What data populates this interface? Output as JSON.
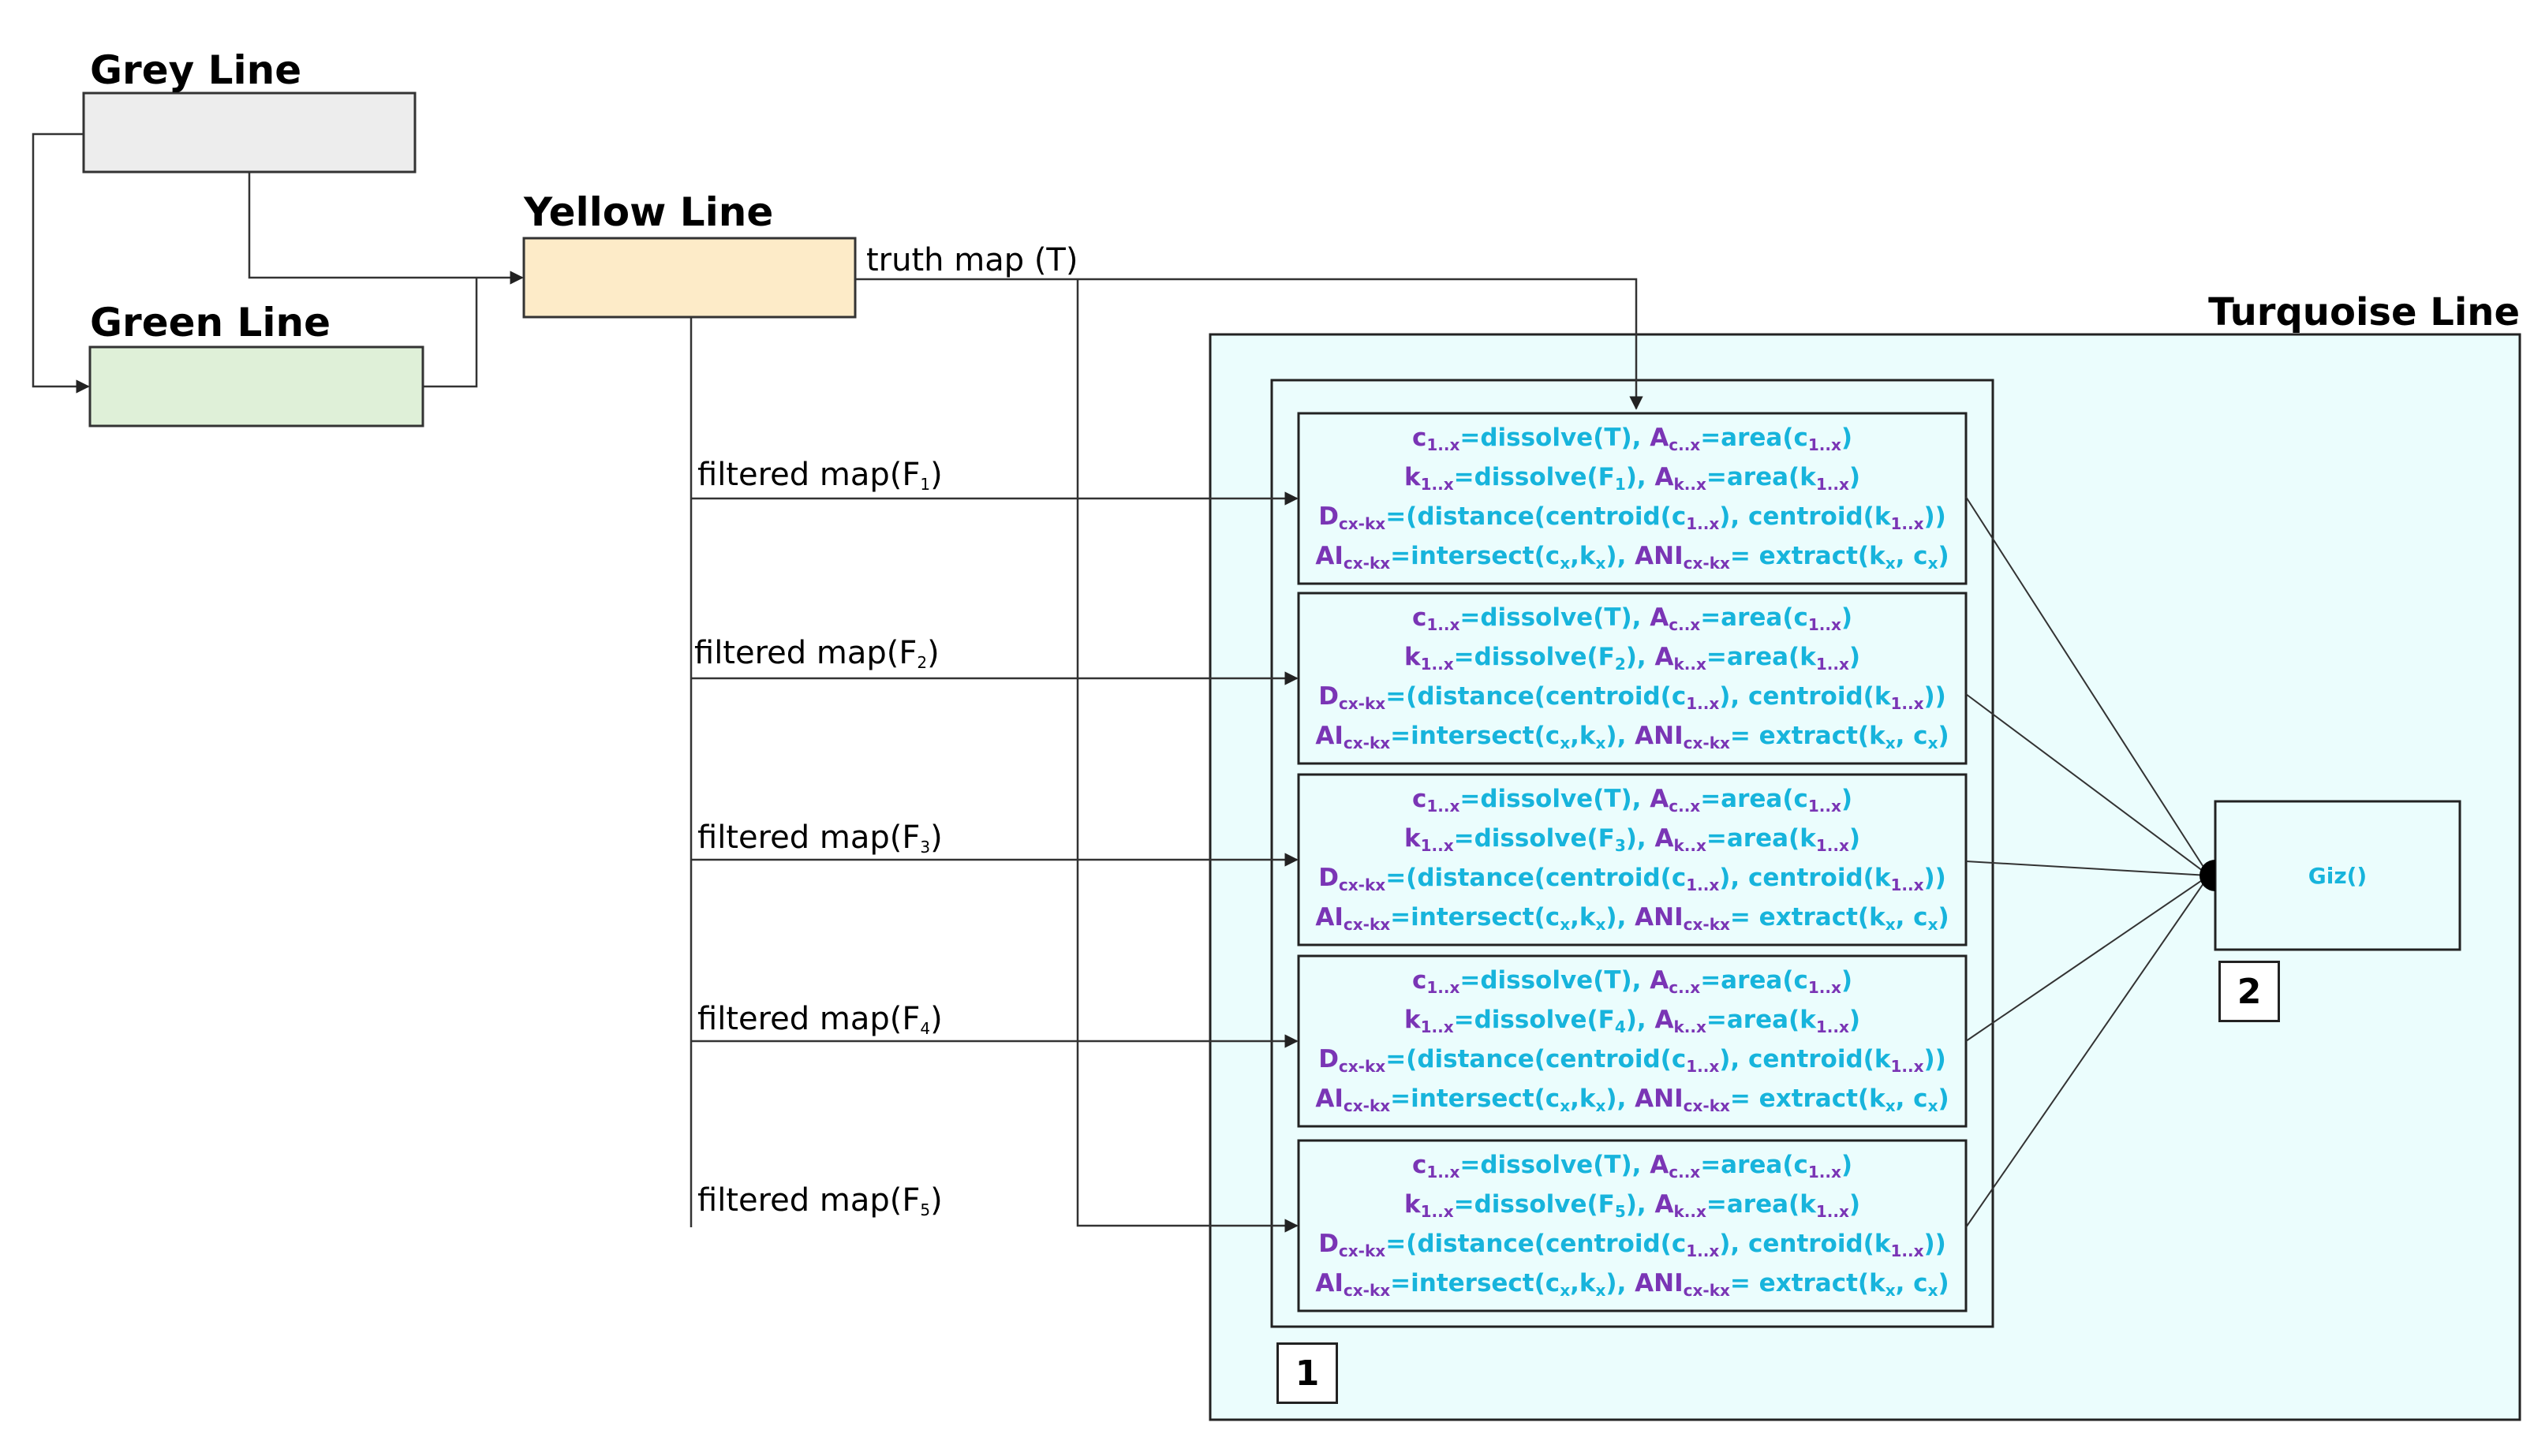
{
  "colors": {
    "grey_fill": "#ededed",
    "yellow_fill": "#fdebc8",
    "green_fill": "#dff0d8",
    "turquoise_fill": "#ebfdfd",
    "formula_purple": "#7a35b5",
    "formula_cyan": "#17b4dc",
    "line": "#333333"
  },
  "labels": {
    "grey": "Grey Line",
    "green": "Green Line",
    "yellow": "Yellow Line",
    "turquoise": "Turquoise Line",
    "truth_map": "truth map (T)"
  },
  "filtered_maps": [
    {
      "text": "filtered map(F",
      "index": "1",
      "close": ")"
    },
    {
      "text": "filtered map(F",
      "index": "2",
      "close": ")"
    },
    {
      "text": "filtered map(F",
      "index": "3",
      "close": ")"
    },
    {
      "text": "filtered map(F",
      "index": "4",
      "close": ")"
    },
    {
      "text": "filtered map(F",
      "index": "5",
      "close": ")"
    }
  ],
  "formula": {
    "l1": {
      "c": "c",
      "sub_1x": "1..x",
      "eq_dissolve": "=dissolve(T), ",
      "A": "A",
      "sub_cx": "c..x",
      "eq_area": "=area(c",
      "sub_1x_b": "1..x",
      "close": ")"
    },
    "l2": {
      "k": "k",
      "sub_1x": "1..x",
      "eq_dissolve": "=dissolve(F",
      "close_sep": "), ",
      "A": "A",
      "sub_kx": "k..x",
      "eq_area": "=area(k",
      "sub_1x_b": "1..x",
      "close": ")"
    },
    "l3": {
      "D": "D",
      "sub": "cx-kx",
      "rest": "=(distance(centroid(c",
      "sub_1x": "1..x",
      "mid": "), centroid(k",
      "sub_1x_b": "1..x",
      "close": "))"
    },
    "l4": {
      "AI": "AI",
      "sub": "cx-kx",
      "eq": "=intersect(c",
      "sub_x": "x",
      "comma": ",k",
      "sub_x2": "x",
      "sep": "), ",
      "ANI": "ANI",
      "sub2": "cx-kx",
      "eq2": "= extract(k",
      "sub_x3": "x",
      "comma2": ", c",
      "sub_x4": "x",
      "close": ")"
    }
  },
  "giz_label": "Giz()",
  "tags": {
    "one": "1",
    "two": "2"
  }
}
